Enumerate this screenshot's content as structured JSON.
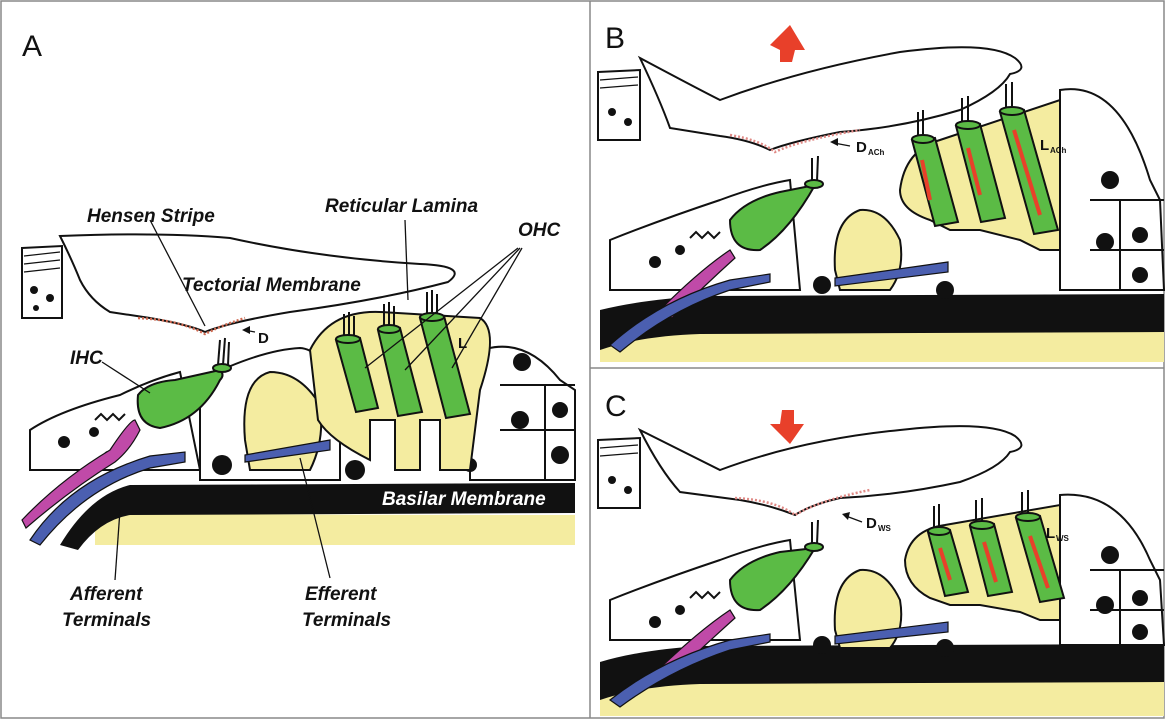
{
  "panels": {
    "a": {
      "letter": "A",
      "labels": {
        "hensen_stripe": "Hensen Stripe",
        "reticular_lamina": "Reticular Lamina",
        "ohc": "OHC",
        "tectorial_membrane": "Tectorial Membrane",
        "d": "D",
        "l": "L",
        "ihc": "IHC",
        "basilar_membrane": "Basilar Membrane",
        "afferent_line1": "Afferent",
        "afferent_line2": "Terminals",
        "efferent_line1": "Efferent",
        "efferent_line2": "Terminals"
      }
    },
    "b": {
      "letter": "B",
      "d_main": "D",
      "d_sub": "ACh",
      "l_main": "L",
      "l_sub": "ACh",
      "arrow_direction": "up"
    },
    "c": {
      "letter": "C",
      "d_main": "D",
      "d_sub": "WS",
      "l_main": "L",
      "l_sub": "WS",
      "arrow_direction": "down"
    }
  },
  "colors": {
    "hair_cell": "#5bbb45",
    "supporting": "#f4eca0",
    "efferent": "#4b5fb0",
    "afferent": "#c04aa8",
    "hensen_stripe": "#d06a52",
    "arrow": "#e8402a"
  }
}
